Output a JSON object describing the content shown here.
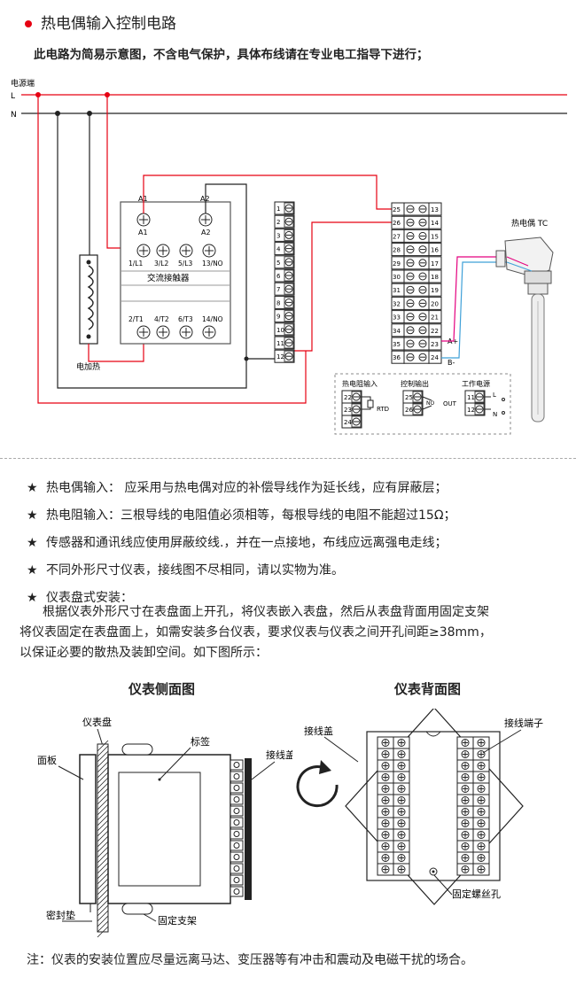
{
  "header": {
    "title": "热电偶输入控制电路",
    "subtitle": "此电路为简易示意图，不含电气保护，具体布线请在专业电工指导下进行；"
  },
  "wiring": {
    "power_label": "电源端",
    "l_label": "L",
    "n_label": "N",
    "a1_label": "A1",
    "a2_label": "A2",
    "contactor_top_labels": [
      "1/L1",
      "3/L2",
      "5/L3",
      "13/NO"
    ],
    "contactor_name": "交流接触器",
    "contactor_bottom_labels": [
      "2/T1",
      "4/T2",
      "6/T3",
      "14/NO"
    ],
    "heater_label": "电加热",
    "left_terminals": [
      "1",
      "2",
      "3",
      "4",
      "5",
      "6",
      "7",
      "8",
      "9",
      "10",
      "11",
      "12"
    ],
    "right_terminals_left": [
      "25",
      "26",
      "27",
      "28",
      "29",
      "30",
      "31",
      "32",
      "33",
      "34",
      "35",
      "36"
    ],
    "right_terminals_right": [
      "13",
      "14",
      "15",
      "16",
      "17",
      "18",
      "19",
      "20",
      "21",
      "22",
      "23",
      "24"
    ],
    "a_plus": "A+",
    "b_minus": "B-",
    "thermocouple_label": "热电偶 TC",
    "legend": {
      "rtd_title": "热电阻输入",
      "rtd_terms": [
        "22",
        "23",
        "24"
      ],
      "rtd_label": "RTD",
      "ctrl_title": "控制输出",
      "ctrl_terms": [
        "25",
        "26"
      ],
      "ctrl_no": "NO",
      "ctrl_out": "OUT",
      "pwr_title": "工作电源",
      "pwr_terms": [
        "11",
        "12"
      ],
      "pwr_l": "L",
      "pwr_n": "N"
    }
  },
  "notes": [
    {
      "label": "热电偶输入：",
      "text": "  应采用与热电偶对应的补偿导线作为延长线，应有屏蔽层；"
    },
    {
      "label": "热电阻输入：",
      "text": "三根导线的电阻值必须相等，每根导线的电阻不能超过15Ω；"
    },
    {
      "label": "",
      "text": "传感器和通讯线应使用屏蔽绞线.，并在一点接地，布线应远离强电走线；"
    },
    {
      "label": "",
      "text": "不同外形尺寸仪表，接线图不尽相同，请以实物为准。"
    },
    {
      "label": "",
      "text": "仪表盘式安装："
    }
  ],
  "install_paragraph": [
    "根据仪表外形尺寸在表盘面上开孔，将仪表嵌入表盘，然后从表盘背面用固定支架",
    "将仪表固定在表盘面上，如需安装多台仪表，要求仪表与仪表之间开孔间距≥38mm，",
    "以保证必要的散热及装卸空间。如下图所示："
  ],
  "side_view": {
    "caption": "仪表侧面图",
    "panel": "仪表盘",
    "face": "面板",
    "label": "标签",
    "cover": "接线盖",
    "seal": "密封垫",
    "bracket": "固定支架"
  },
  "back_view": {
    "caption": "仪表背面图",
    "cover": "接线盖",
    "terminal": "接线端子",
    "screw_hole": "固定螺丝孔"
  },
  "footer": "注：仪表的安装位置应尽量远离马达、变压器等有冲击和震动及电磁干扰的场合。",
  "colors": {
    "red": "#e60012",
    "blue": "#3fa0d8",
    "pink": "#e4007f",
    "black": "#222222"
  }
}
